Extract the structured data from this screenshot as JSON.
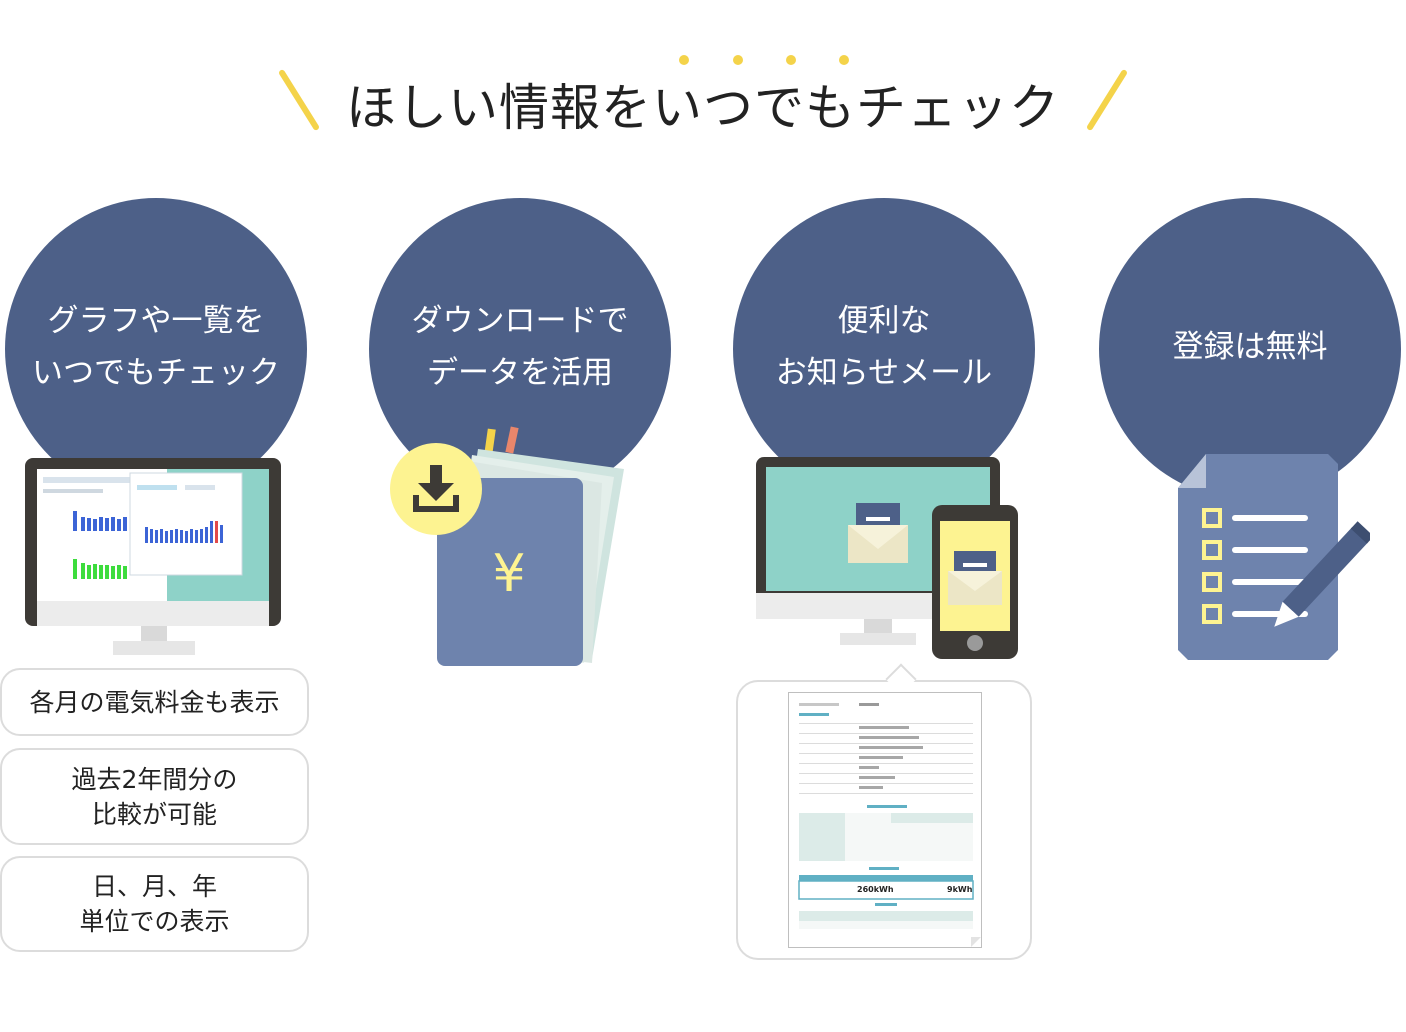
{
  "title": "ほしい情報をいつでもチェック",
  "colors": {
    "accent_yellow": "#f4d34a",
    "circle_navy": "#4d6088",
    "screen_teal": "#8ed2c8",
    "doc_blue": "#6e83ad",
    "monitor_dark": "#3d3a36",
    "pale_yellow": "#fdf391"
  },
  "features": [
    {
      "line1": "グラフや一覧を",
      "line2": "いつでもチェック",
      "icon": "monitor-graph-icon"
    },
    {
      "line1": "ダウンロードで",
      "line2": "データを活用",
      "icon": "download-document-icon"
    },
    {
      "line1": "便利な",
      "line2": "お知らせメール",
      "icon": "mail-devices-icon"
    },
    {
      "line1": "登録は無料",
      "line2": "",
      "icon": "checklist-form-icon"
    }
  ],
  "details": [
    {
      "line1": "各月の電気料金も表示",
      "line2": ""
    },
    {
      "line1": "過去2年間分の",
      "line2": "比較が可能"
    },
    {
      "line1": "日、月、年",
      "line2": "単位での表示"
    }
  ],
  "currency_symbol": "¥",
  "email_preview": {
    "usage_1": "260kWh",
    "usage_2": "9kWh"
  }
}
